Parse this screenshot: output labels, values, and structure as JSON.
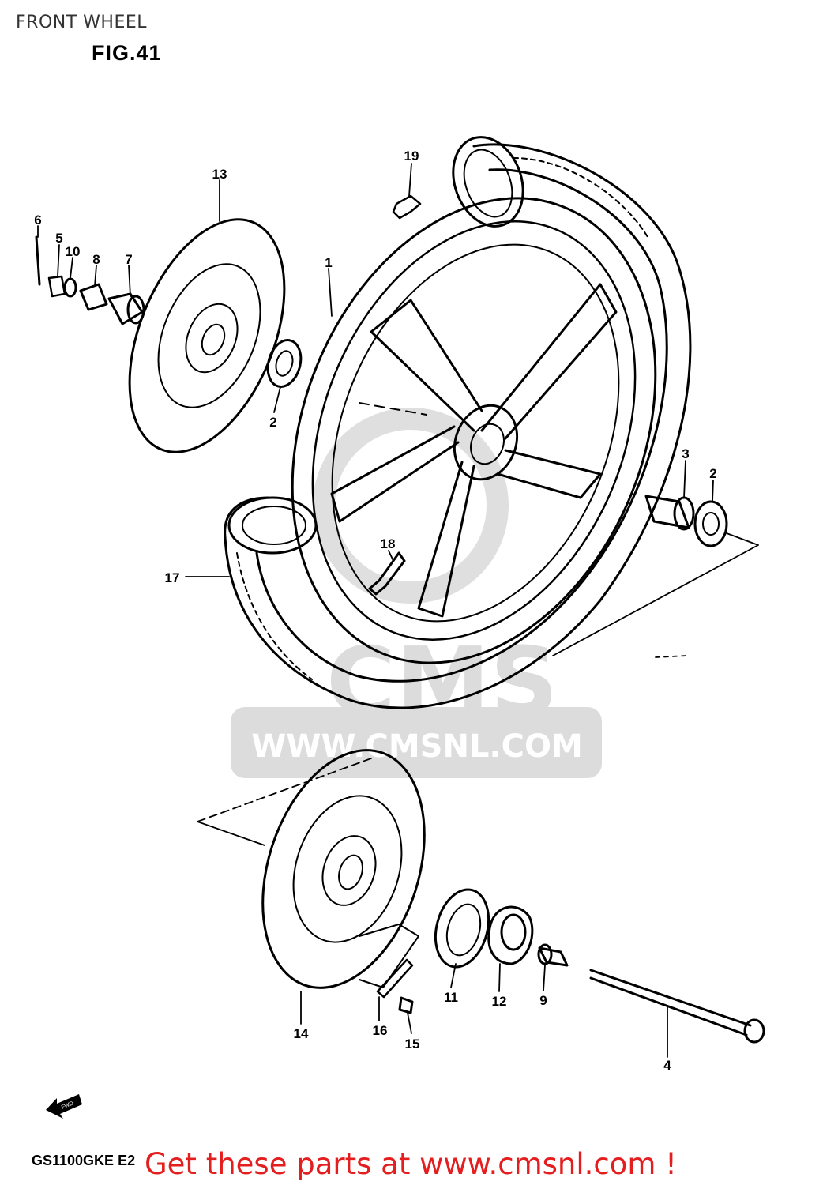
{
  "page_title": "FRONT WHEEL",
  "figure_label": "FIG.41",
  "watermark": {
    "brand": "CMS",
    "url": "WWW.CMSNL.COM"
  },
  "callouts": [
    {
      "id": "c1",
      "text": "1"
    },
    {
      "id": "c2a",
      "text": "2"
    },
    {
      "id": "c2b",
      "text": "2"
    },
    {
      "id": "c3",
      "text": "3"
    },
    {
      "id": "c4",
      "text": "4"
    },
    {
      "id": "c5",
      "text": "5"
    },
    {
      "id": "c6",
      "text": "6"
    },
    {
      "id": "c7",
      "text": "7"
    },
    {
      "id": "c8",
      "text": "8"
    },
    {
      "id": "c9",
      "text": "9"
    },
    {
      "id": "c10",
      "text": "10"
    },
    {
      "id": "c11",
      "text": "11"
    },
    {
      "id": "c12",
      "text": "12"
    },
    {
      "id": "c13",
      "text": "13"
    },
    {
      "id": "c14",
      "text": "14"
    },
    {
      "id": "c15",
      "text": "15"
    },
    {
      "id": "c16",
      "text": "16"
    },
    {
      "id": "c17",
      "text": "17"
    },
    {
      "id": "c18",
      "text": "18"
    },
    {
      "id": "c19",
      "text": "19"
    }
  ],
  "direction_marker": "FWD",
  "model_code": "GS1100GKE E2",
  "promo_text": "Get these parts at www.cmsnl.com !",
  "colors": {
    "line": "#000000",
    "watermark": "#d6d6d6",
    "promo": "#e41e1e"
  }
}
